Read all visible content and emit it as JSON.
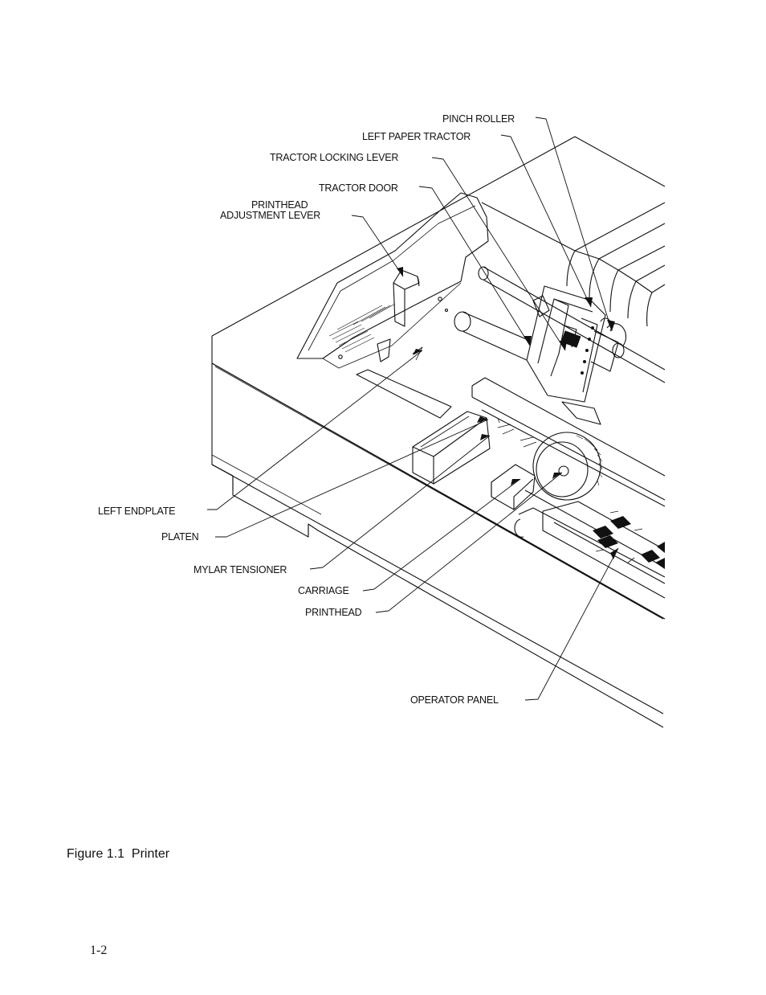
{
  "labels": {
    "pinch_roller": "PINCH ROLLER",
    "left_paper_tractor": "LEFT PAPER TRACTOR",
    "tractor_locking_lever": "TRACTOR LOCKING LEVER",
    "tractor_door": "TRACTOR DOOR",
    "printhead_adjustment_line1": "PRINTHEAD",
    "printhead_adjustment_line2": "ADJUSTMENT LEVER",
    "left_endplate": "LEFT ENDPLATE",
    "platen": "PLATEN",
    "mylar_tensioner": "MYLAR TENSIONER",
    "carriage": "CARRIAGE",
    "printhead": "PRINTHEAD",
    "operator_panel": "OPERATOR PANEL"
  },
  "caption": "Figure 1.1  Printer",
  "page_number": "1-2"
}
